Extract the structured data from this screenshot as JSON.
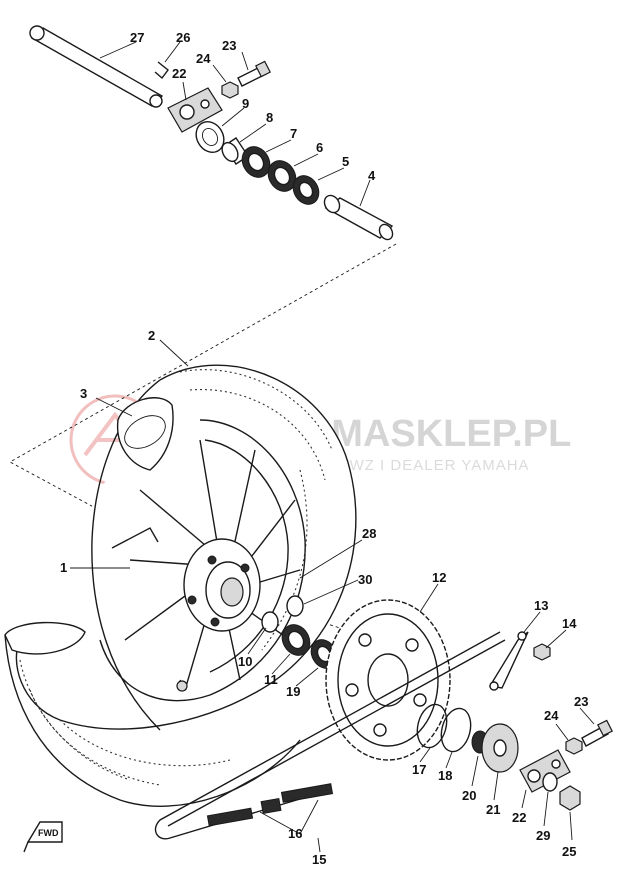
{
  "watermark": {
    "brand": "YAMASKLEP.PL",
    "tagline": "TOJIC DEALER WWZ I DEALER YAMAHA"
  },
  "direction_marker": "FWD",
  "parts": [
    {
      "number": "1"
    },
    {
      "number": "2"
    },
    {
      "number": "3"
    },
    {
      "number": "4"
    },
    {
      "number": "5"
    },
    {
      "number": "6"
    },
    {
      "number": "7"
    },
    {
      "number": "8"
    },
    {
      "number": "9"
    },
    {
      "number": "10"
    },
    {
      "number": "11"
    },
    {
      "number": "12"
    },
    {
      "number": "13"
    },
    {
      "number": "14"
    },
    {
      "number": "15"
    },
    {
      "number": "16"
    },
    {
      "number": "17"
    },
    {
      "number": "18"
    },
    {
      "number": "19"
    },
    {
      "number": "20"
    },
    {
      "number": "21"
    },
    {
      "number": "22"
    },
    {
      "number": "22"
    },
    {
      "number": "23"
    },
    {
      "number": "23"
    },
    {
      "number": "24"
    },
    {
      "number": "24"
    },
    {
      "number": "25"
    },
    {
      "number": "26"
    },
    {
      "number": "27"
    },
    {
      "number": "28"
    },
    {
      "number": "29"
    },
    {
      "number": "30"
    }
  ],
  "colors": {
    "line": "#1a1a1a",
    "watermark_logo": "#e06060",
    "watermark_text": "#c8c8c8"
  }
}
